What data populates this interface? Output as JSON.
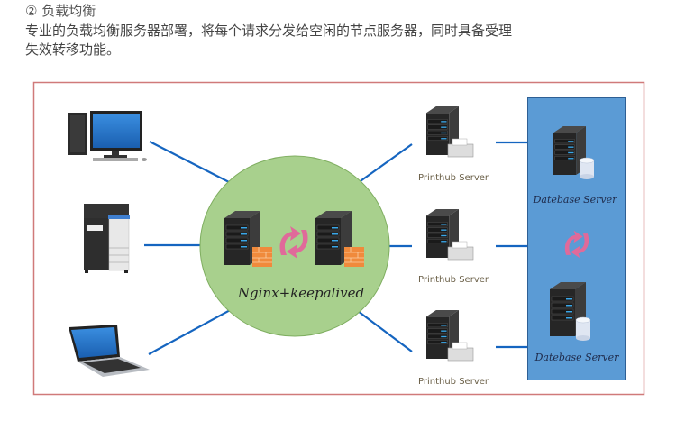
{
  "section": {
    "heading": "② 负载均衡",
    "description_line1": "专业的负载均衡服务器部署，将每个请求分发给空闲的节点服务器，同时具备受理",
    "description_line2": "失效转移功能。"
  },
  "diagram": {
    "clients": [
      {
        "name": "desktop-computer",
        "icon": "desktop-computer-icon"
      },
      {
        "name": "multifunction-printer",
        "icon": "copier-printer-icon"
      },
      {
        "name": "laptop",
        "icon": "laptop-icon"
      }
    ],
    "load_balancer": {
      "label": "Nginx+keepalived",
      "icon": "server-firewall-icon",
      "failover_icon": "sync-arrows-icon"
    },
    "printhub_servers": [
      {
        "label": "Printhub Server"
      },
      {
        "label": "Printhub Server"
      },
      {
        "label": "Printhub Server"
      }
    ],
    "database_servers": [
      {
        "label": "Datebase Server"
      },
      {
        "label": "Datebase Server"
      }
    ],
    "colors": {
      "frame_border": "#d07a7a",
      "connector": "#1565c0",
      "lb_circle_fill": "#a8d08d",
      "lb_circle_stroke": "#7fae60",
      "db_panel_fill": "#5b9bd5",
      "db_panel_stroke": "#2e5f94",
      "sync_arrow": "#e06a9a",
      "firewall": "#f08a3c"
    }
  }
}
